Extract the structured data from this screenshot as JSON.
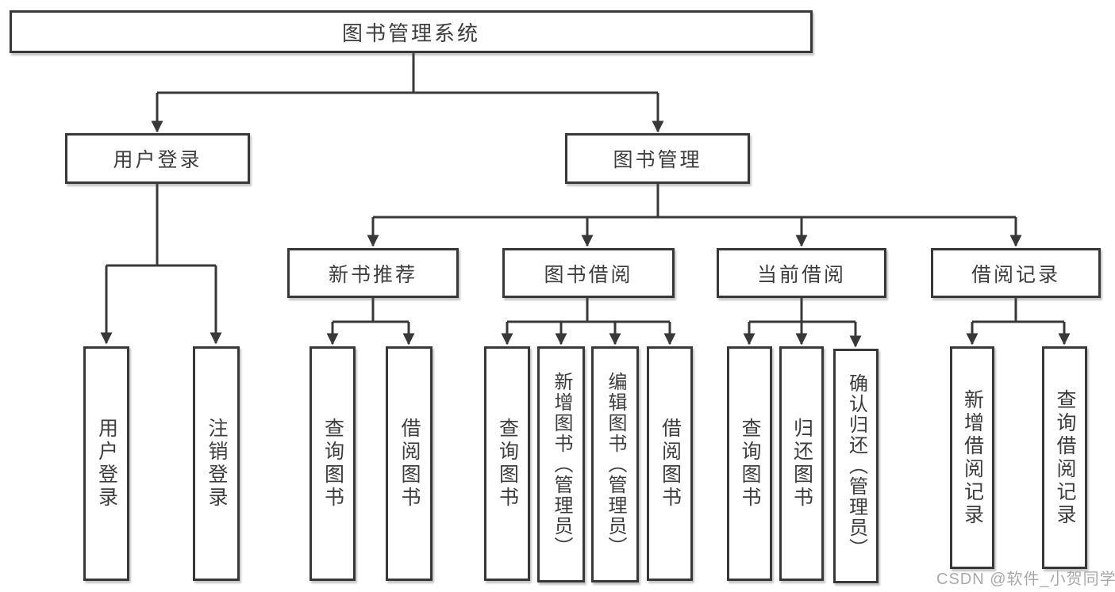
{
  "page": {
    "background": "#ffffff"
  },
  "colors": {
    "line": "#383838",
    "node_border": "#383838",
    "node_fill": "#ffffff",
    "text": "#3d3d3d",
    "watermark": "#a9a9a9"
  },
  "watermark": {
    "text": "CSDN @软件_小贺同学"
  },
  "tree": {
    "root": {
      "label": "图书管理系统"
    },
    "branches": [
      {
        "label": "用户登录",
        "children": [
          {
            "label": "用户登录"
          },
          {
            "label": "注销登录"
          }
        ]
      },
      {
        "label": "图书管理",
        "children": [
          {
            "label": "新书推荐",
            "children": [
              {
                "label": "查询图书"
              },
              {
                "label": "借阅图书"
              }
            ]
          },
          {
            "label": "图书借阅",
            "children": [
              {
                "label": "查询图书"
              },
              {
                "label": "新增图书（管理员）"
              },
              {
                "label": "编辑图书（管理员）"
              },
              {
                "label": "借阅图书"
              }
            ]
          },
          {
            "label": "当前借阅",
            "children": [
              {
                "label": "查询图书"
              },
              {
                "label": "归还图书"
              },
              {
                "label": "确认归还（管理员）"
              }
            ]
          },
          {
            "label": "借阅记录",
            "children": [
              {
                "label": "新增借阅记录"
              },
              {
                "label": "查询借阅记录"
              }
            ]
          }
        ]
      }
    ]
  }
}
